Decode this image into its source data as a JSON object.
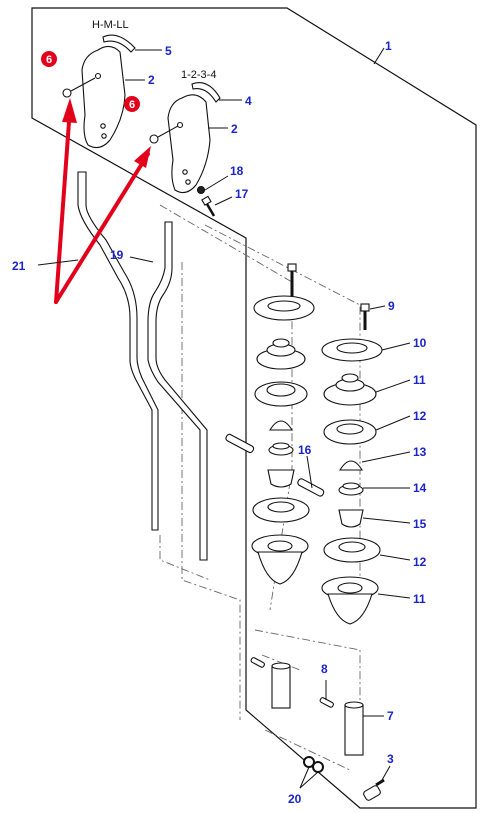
{
  "header_group_labels": {
    "upper": "H-M-LL",
    "lower": "1-2-3-4"
  },
  "highlight_badges": [
    "6",
    "6"
  ],
  "callouts": {
    "c1": "1",
    "c2a": "2",
    "c2b": "2",
    "c3": "3",
    "c4": "4",
    "c5": "5",
    "c7": "7",
    "c8": "8",
    "c9": "9",
    "c10": "10",
    "c11a": "11",
    "c11b": "11",
    "c12a": "12",
    "c12b": "12",
    "c13": "13",
    "c14": "14",
    "c15": "15",
    "c16": "16",
    "c17": "17",
    "c18": "18",
    "c19": "19",
    "c20": "20",
    "c21": "21"
  },
  "colors": {
    "callout_text": "#1a24c8",
    "highlight": "#e3001b",
    "line": "#111111"
  }
}
